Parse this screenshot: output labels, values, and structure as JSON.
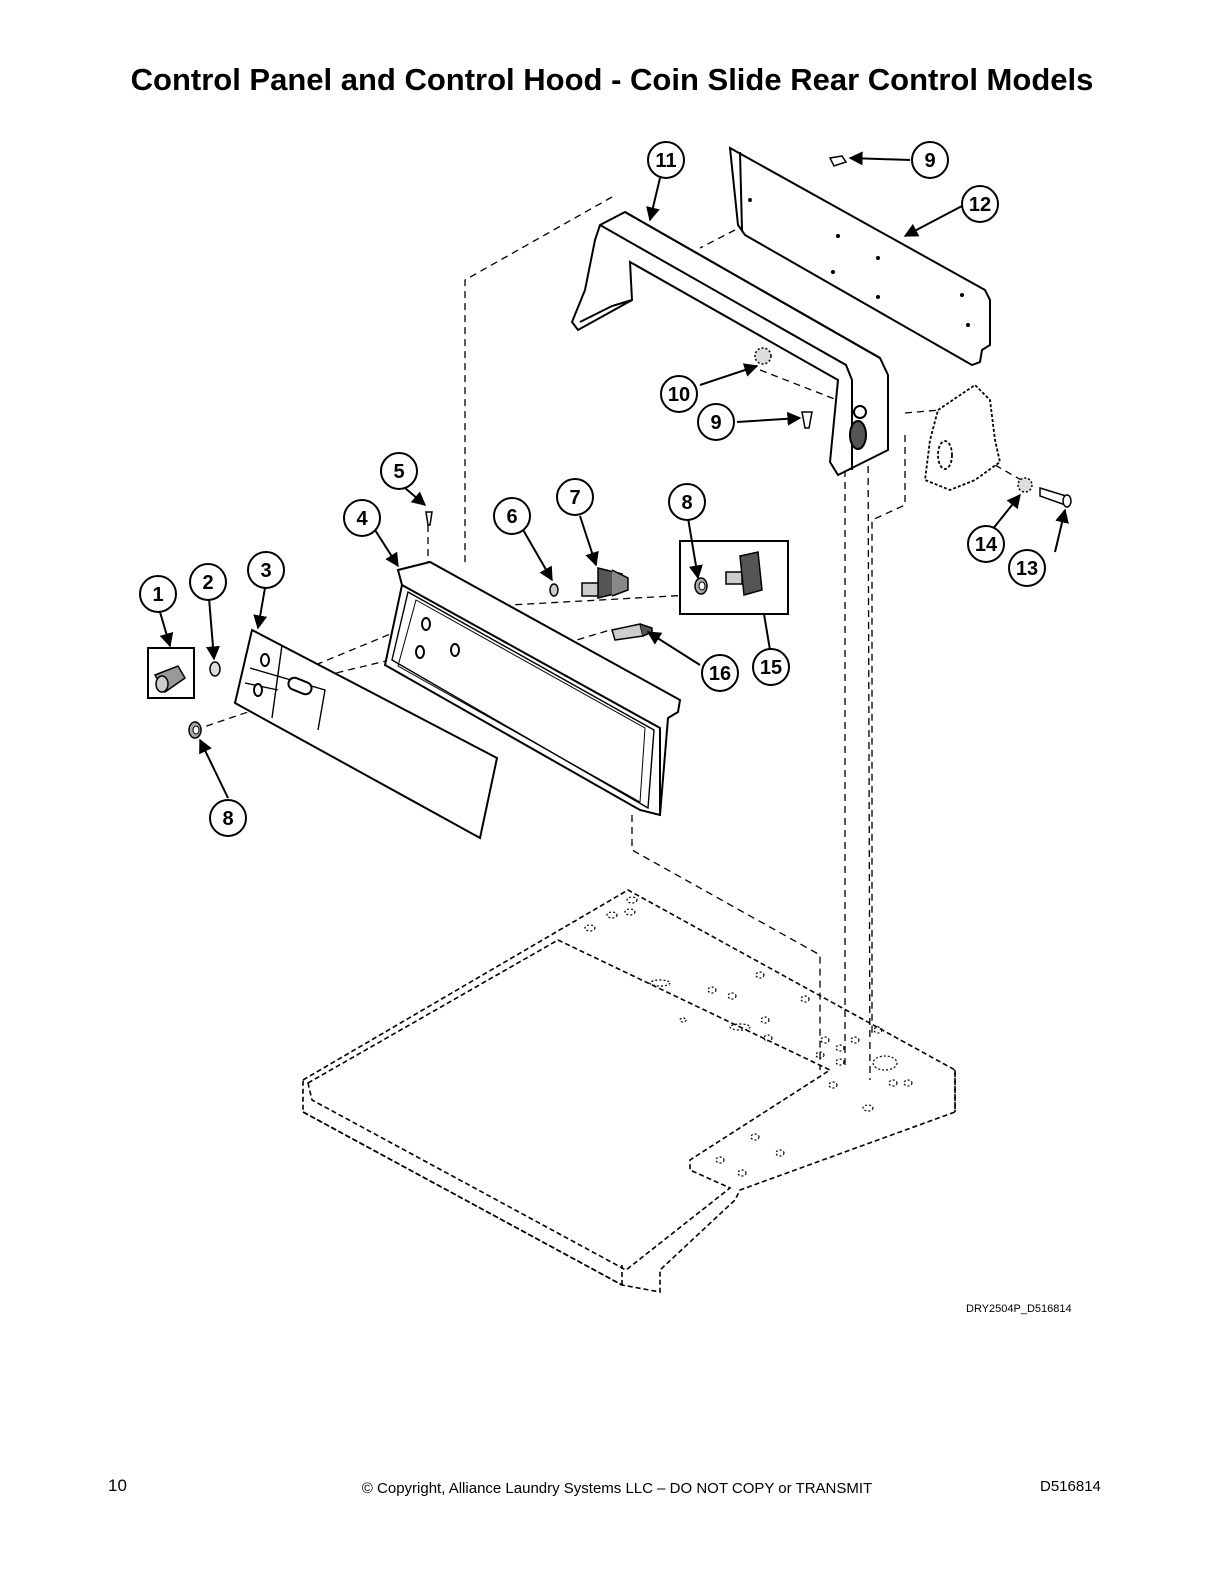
{
  "title": "Control Panel and Control Hood - Coin Slide Rear Control Models",
  "figure_code": "DRY2504P_D516814",
  "footer": {
    "page_number": "10",
    "copyright": "© Copyright, Alliance Laundry Systems LLC – DO NOT COPY or TRANSMIT",
    "doc_number": "D516814"
  },
  "callouts": [
    {
      "label": "1",
      "part": "knob"
    },
    {
      "label": "2",
      "part": "washer"
    },
    {
      "label": "3",
      "part": "control-panel-overlay"
    },
    {
      "label": "4",
      "part": "control-panel"
    },
    {
      "label": "5",
      "part": "screw"
    },
    {
      "label": "6",
      "part": "washer"
    },
    {
      "label": "7",
      "part": "switch"
    },
    {
      "label": "8",
      "part": "nut"
    },
    {
      "label": "8",
      "part": "nut"
    },
    {
      "label": "9",
      "part": "screw"
    },
    {
      "label": "9",
      "part": "screw"
    },
    {
      "label": "10",
      "part": "lock-washer"
    },
    {
      "label": "11",
      "part": "control-hood"
    },
    {
      "label": "12",
      "part": "rear-panel"
    },
    {
      "label": "13",
      "part": "screw"
    },
    {
      "label": "14",
      "part": "lock-washer"
    },
    {
      "label": "15",
      "part": "switch-assembly"
    },
    {
      "label": "16",
      "part": "lamp"
    }
  ]
}
